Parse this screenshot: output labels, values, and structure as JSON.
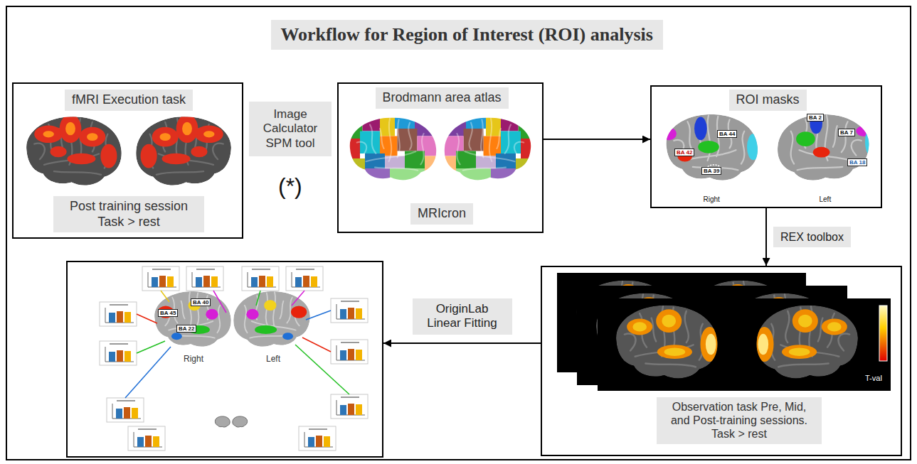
{
  "diagram": {
    "title": "Workflow for Region of Interest (ROI) analysis",
    "nodes": [
      {
        "text": [
          "fMRI Execution task",
          "Post training session Task > rest"
        ]
      },
      {
        "text": [
          "Image Calculator SPM tool"
        ]
      },
      {
        "text": [
          "Brodmann area atlas",
          "MRIcron"
        ]
      },
      {
        "text": [
          "ROI masks"
        ]
      },
      {
        "text": [
          "Observation task Pre, Mid, and Post-training sessions. Task > rest"
        ]
      },
      {
        "text": [
          "Right",
          "Left"
        ]
      }
    ],
    "edges": [
      {
        "from": 2,
        "to": 3,
        "arrow": "to"
      },
      {
        "from": 3,
        "to": 4,
        "label": "REX toolbox",
        "arrow": "to"
      },
      {
        "from": 4,
        "to": 5,
        "label": "OriginLab Linear Fitting",
        "arrow": "to"
      }
    ],
    "labels": [
      "(*)",
      "BA 44",
      "BA 42",
      "BA 39",
      "BA 2",
      "BA 7",
      "BA 18",
      "Right",
      "Left",
      "T-val",
      "BA 45",
      "BA 40",
      "BA 22"
    ]
  }
}
